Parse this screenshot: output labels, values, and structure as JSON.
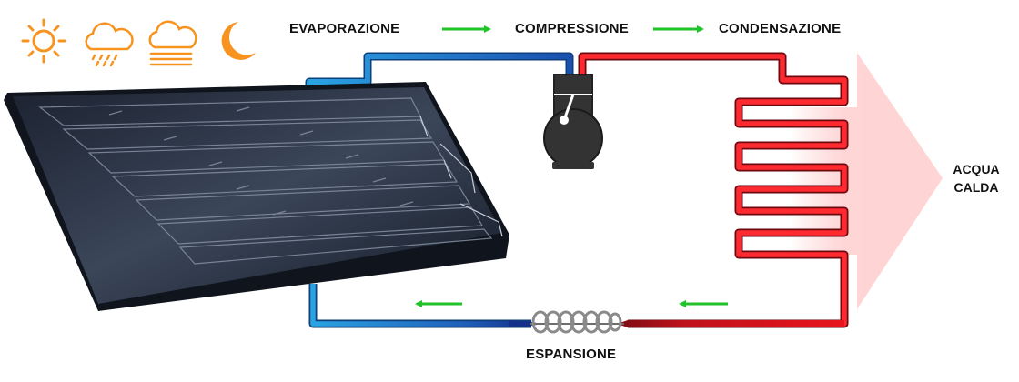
{
  "weather_icons": [
    "sun-icon",
    "rain-cloud-icon",
    "fog-cloud-icon",
    "moon-icon"
  ],
  "stages": {
    "evaporazione": "EVAPORAZIONE",
    "compressione": "COMPRESSIONE",
    "condensazione": "CONDENSAZIONE",
    "espansione": "ESPANSIONE"
  },
  "output": {
    "line1": "ACQUA",
    "line2": "CALDA"
  },
  "colors": {
    "cold_line": "#2aa3e3",
    "hot_line": "#e8141c",
    "arrow_green": "#22c22a",
    "icon_orange": "#f7931e",
    "compressor": "#333333"
  }
}
